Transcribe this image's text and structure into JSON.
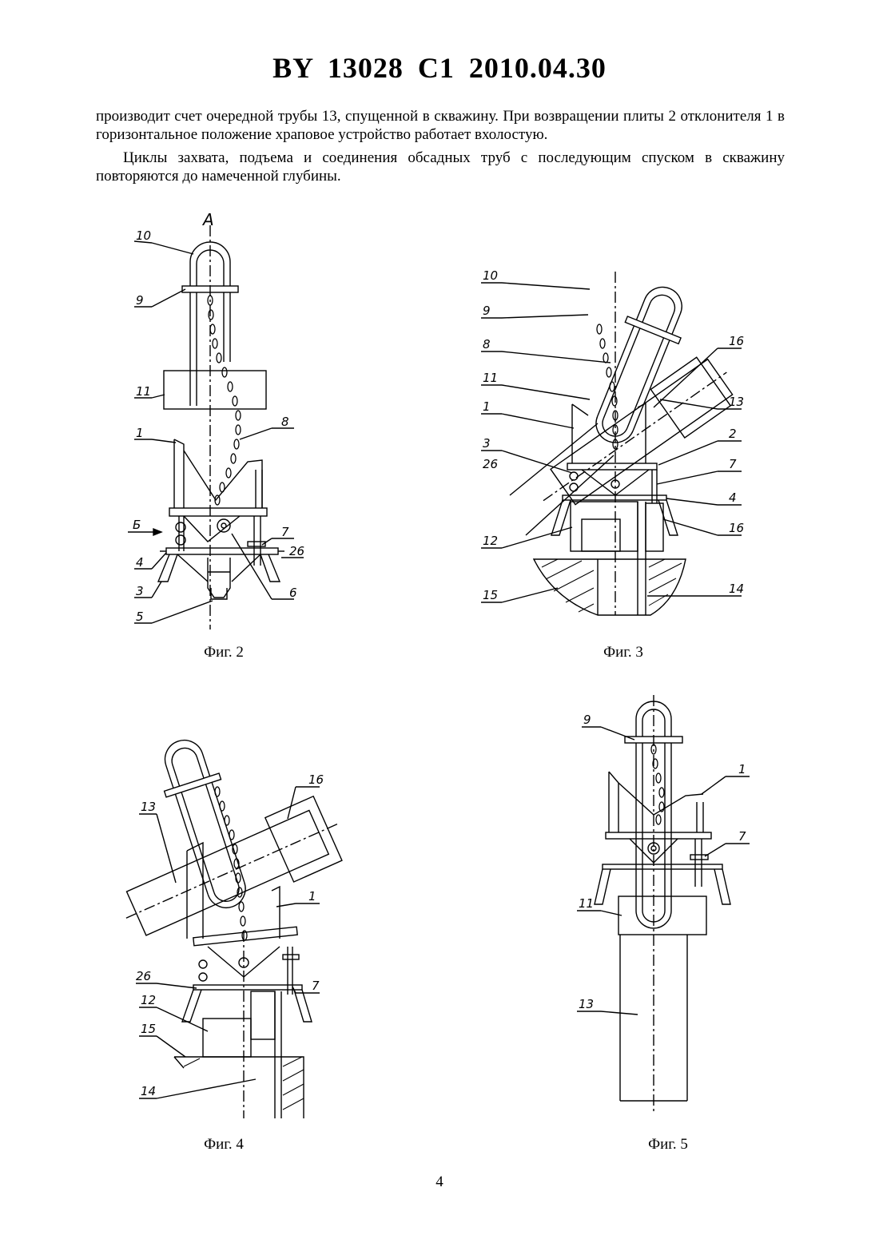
{
  "header": {
    "title": "BY 13028 C1 2010.04.30"
  },
  "text": {
    "paragraph_1": "производит счет очередной трубы 13, спущенной в скважину. При возвращении плиты 2 отклонителя 1 в горизонтальное положение храповое устройство работает вхолостую.",
    "paragraph_2": "Циклы захвата, подъема и соединения обсадных труб с последующим спуском в скважину повторяются до намеченной глубины."
  },
  "figures": {
    "fig2": {
      "caption": "Фиг. 2",
      "view_label": "А",
      "arrow_label": "Б",
      "labels": [
        "10",
        "9",
        "11",
        "1",
        "8",
        "7",
        "26",
        "4",
        "3",
        "5",
        "6"
      ]
    },
    "fig3": {
      "caption": "Фиг. 3",
      "labels": [
        "10",
        "9",
        "8",
        "16",
        "11",
        "13",
        "1",
        "2",
        "3",
        "26",
        "7",
        "4",
        "16",
        "12",
        "15",
        "14"
      ]
    },
    "fig4": {
      "caption": "Фиг. 4",
      "labels": [
        "16",
        "13",
        "1",
        "26",
        "7",
        "12",
        "15",
        "14"
      ]
    },
    "fig5": {
      "caption": "Фиг. 5",
      "labels": [
        "9",
        "1",
        "7",
        "11",
        "13"
      ]
    }
  },
  "footer": {
    "page_number": "4"
  }
}
